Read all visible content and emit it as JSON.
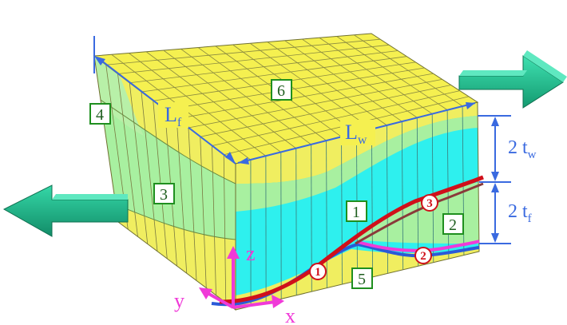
{
  "regions": [
    {
      "id": "region-label-1",
      "text": "1"
    },
    {
      "id": "region-label-2",
      "text": "2"
    },
    {
      "id": "region-label-3",
      "text": "3"
    },
    {
      "id": "region-label-4",
      "text": "4"
    },
    {
      "id": "region-label-5",
      "text": "5"
    },
    {
      "id": "region-label-6",
      "text": "6"
    }
  ],
  "path_markers": [
    {
      "id": "path-marker-1",
      "text": "1"
    },
    {
      "id": "path-marker-2",
      "text": "2"
    },
    {
      "id": "path-marker-3",
      "text": "3"
    }
  ],
  "dimensions": {
    "Lf": {
      "main": "L",
      "sub": "f"
    },
    "Lw": {
      "main": "L",
      "sub": "w"
    },
    "tw": {
      "prefix": "2 t",
      "sub": "w"
    },
    "tf": {
      "prefix": "2 t",
      "sub": "f"
    }
  },
  "axes": {
    "x": "x",
    "y": "y",
    "z": "z"
  },
  "colors": {
    "top_face": "#f5f050",
    "left_face": "#f0ee60",
    "front_face": "#2ef0ee",
    "green_region": "#a8f0a0",
    "mesh_line": "#7a7a40",
    "dimension": "#3a6ae0",
    "path_red": "#d0101a",
    "path_blue": "#2a5ad8",
    "path_magenta": "#f03ad8",
    "axis": "#f03ad8",
    "arrow": "#1fbf8f",
    "label_box": "#1f8f1f"
  }
}
